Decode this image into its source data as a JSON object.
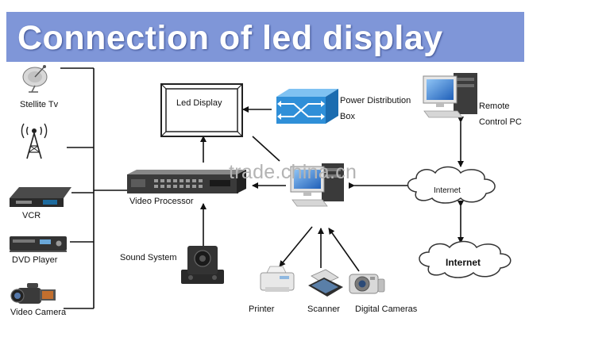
{
  "title": "Connection of led display",
  "watermark": "trade.china.cn",
  "nodes": {
    "satellite_tv": "Stellite Tv",
    "vcr": "VCR",
    "dvd_player": "DVD Player",
    "video_camera": "Video Camera",
    "led_display": "Led Display",
    "power_distribution_box_line1": "Power Distribution",
    "power_distribution_box_line2": "Box",
    "remote_pc_line1": "Remote",
    "remote_pc_line2": "Control PC",
    "video_processor": "Video Processor",
    "sound_system": "Sound System",
    "internet_1": "Internet",
    "internet_2": "Internet",
    "printer": "Printer",
    "scanner": "Scanner",
    "digital_cameras": "Digital Cameras"
  },
  "colors": {
    "banner": "#7f96d8",
    "line": "#111111",
    "switch_blue": "#2f8fd8",
    "monitor_blue": "#3a7fd0"
  },
  "icons": {
    "satellite_tv": "satellite-dish-icon",
    "antenna": "antenna-tower-icon",
    "vcr": "vcr-icon",
    "dvd_player": "dvd-player-icon",
    "video_camera": "video-camera-icon",
    "led_display": "led-display-icon",
    "power_distribution_box": "network-switch-icon",
    "remote_pc": "desktop-computer-icon",
    "video_processor": "video-processor-icon",
    "control_pc": "control-computer-icon",
    "sound_system": "speaker-icon",
    "internet": "cloud-icon",
    "printer": "printer-icon",
    "scanner": "scanner-icon",
    "digital_cameras": "digital-camera-icon"
  }
}
